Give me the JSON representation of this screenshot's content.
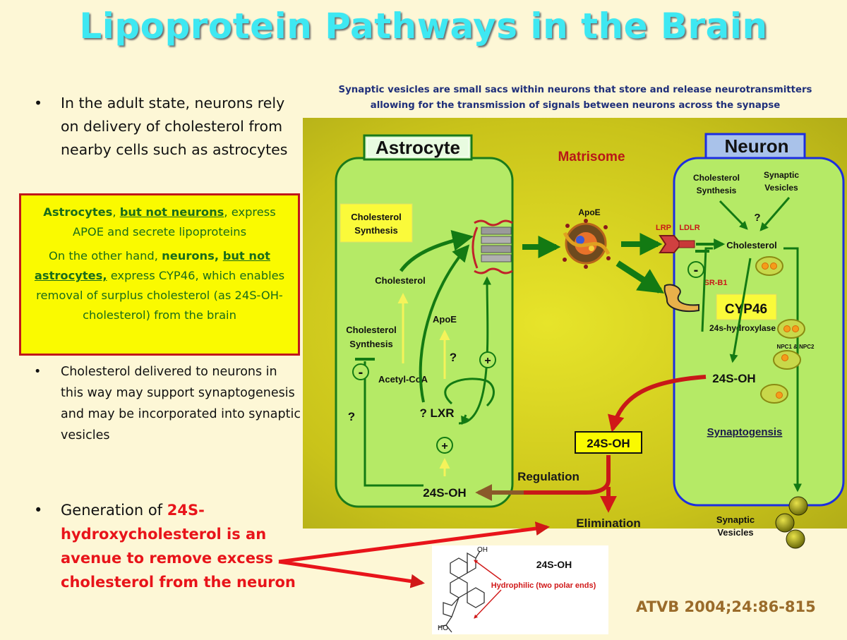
{
  "slide": {
    "title": "Lipoprotein Pathways in the Brain",
    "bullet_glyph": "•",
    "bullet1": "In the adult state, neurons rely on delivery of cholesterol from nearby cells such as astrocytes",
    "bullet2": "Cholesterol delivered to neurons in this way may support synaptogenesis and may be incorporated into synaptic vesicles",
    "bullet3_pre": "Generation of ",
    "bullet3_red": "24S-hydroxycholesterol is an avenue to remove excess cholesterol from the neuron",
    "reference": "ATVB 2004;24:86-815",
    "colors": {
      "title": "#3ee8f2",
      "box_fill": "#fafa00",
      "box_border": "#c0171c",
      "box_text": "#1a6d1a",
      "red": "#e8141a"
    }
  },
  "highlight_box": {
    "p1_a": "Astrocytes",
    "p1_sep": ", ",
    "p1_b": "but not neurons",
    "p1_c": ", express APOE and secrete lipoproteins",
    "p2_a": "On the other hand, ",
    "p2_b": "neurons, ",
    "p2_c": "but not astrocytes,",
    "p2_d": " express CYP46, which enables removal of surplus cholesterol (as 24S-OH-cholesterol) from the brain"
  },
  "diagram": {
    "caption_line1": "Synaptic vesicles are small sacs within neurons that store and release neurotransmitters",
    "caption_line2": "allowing for the transmission of signals between neurons across the synapse",
    "astrocyte_label": "Astrocyte",
    "neuron_label": "Neuron",
    "matrisome": "Matrisome",
    "ast_chol_synth_1": "Cholesterol",
    "ast_chol_synth_2": "Synthesis",
    "ast_cholesterol": "Cholesterol",
    "ast_apoe": "ApoE",
    "ast_synth2_1": "Cholesterol",
    "ast_synth2_2": "Synthesis",
    "acetyl_coa": "Acetyl-CoA",
    "lxr": "? LXR",
    "q": "?",
    "plus": "+",
    "minus": "-",
    "ast_24s": "24S-OH",
    "apoe_particle": "ApoE",
    "lrp": "LRP",
    "ldlr": "LDLR",
    "srb1": "SR-B1",
    "neu_chol_synth_1": "Cholesterol",
    "neu_chol_synth_2": "Synthesis",
    "neu_syn_ves_1": "Synaptic",
    "neu_syn_ves_2": "Vesicles",
    "neu_cholesterol": "Cholesterol",
    "cyp46": "CYP46",
    "hydroxylase": "24s-hydroxylase",
    "npc": "NPC1 & NPC2",
    "neu_24s": "24S-OH",
    "synaptogenesis": "Synaptogensis",
    "mid_24s": "24S-OH",
    "regulation": "Regulation",
    "elimination": "Elimination",
    "out_syn_ves_1": "Synaptic",
    "out_syn_ves_2": "Vesicles"
  },
  "molecule": {
    "label": "24S-OH",
    "hydrophilic": "Hydrophilic (two polar ends)",
    "oh_top": "OH",
    "ho_bottom": "HO"
  }
}
